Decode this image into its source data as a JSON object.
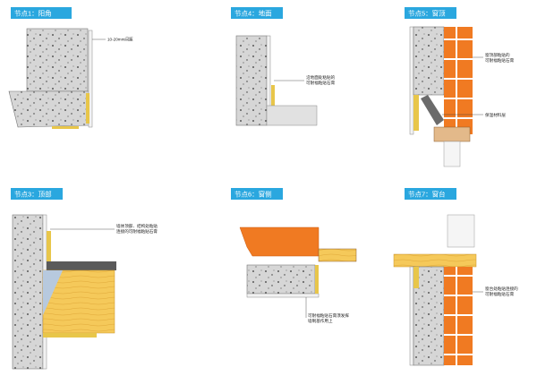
{
  "colors": {
    "tag": "#2aa7df",
    "concrete": "#d6d6d6",
    "brick": "#f07a22",
    "wood": "#f5c95a",
    "frame": "#e3b98a",
    "trim": "#e8c64a"
  },
  "panels": [
    {
      "id": "node1",
      "tag": "节点1：阳角",
      "notes": [
        "10-20mm间距"
      ]
    },
    {
      "id": "node4",
      "tag": "节点4：地面",
      "notes": [
        "沿地面处粘贴的",
        "可耐福粘贴石膏"
      ]
    },
    {
      "id": "node5",
      "tag": "节点5：窗顶",
      "notes": [
        "窗顶部粘贴的",
        "可耐福粘贴石膏",
        "保温材料层"
      ]
    },
    {
      "id": "node3",
      "tag": "节点3：顶部",
      "notes": [
        "墙体顶部、结构处粘贴",
        "连接的可耐福粘贴石膏"
      ]
    },
    {
      "id": "node6",
      "tag": "节点6：窗侧",
      "notes": [
        "可耐福粘贴石膏须发挥",
        "墙制基作用上"
      ]
    },
    {
      "id": "node7",
      "tag": "节点7：窗台",
      "notes": [
        "窗台处粘贴连接的",
        "可耐福粘贴石膏"
      ]
    }
  ]
}
